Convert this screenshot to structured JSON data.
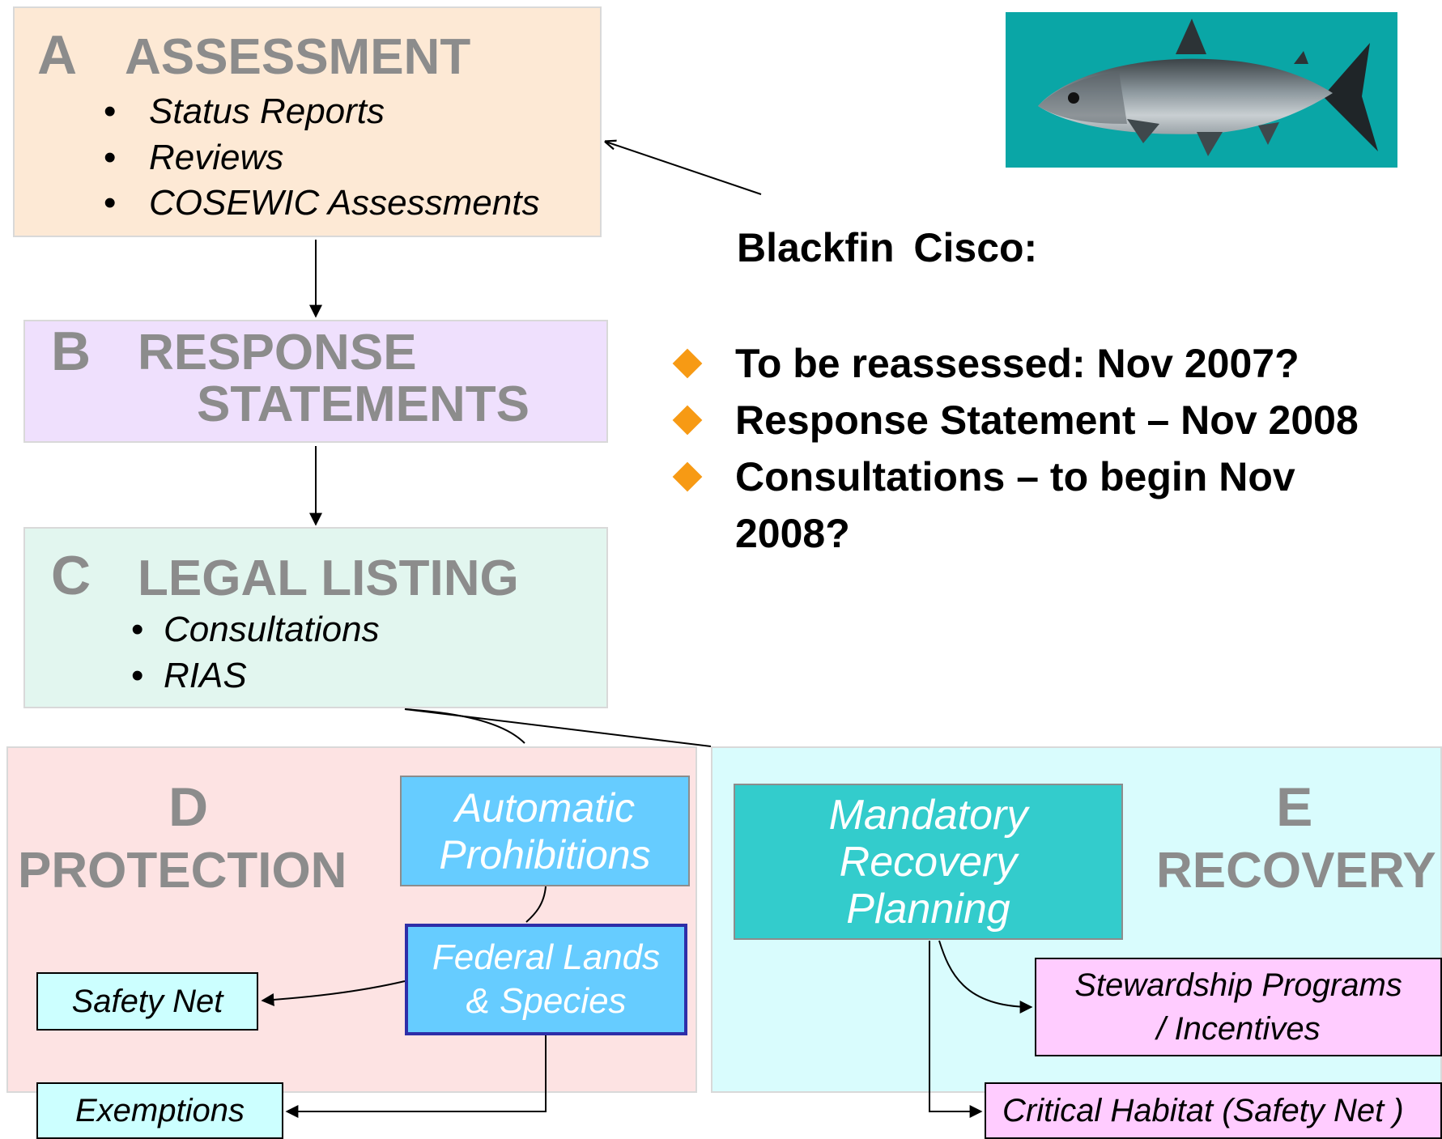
{
  "panel_a": {
    "letter": "A",
    "title": "ASSESSMENT",
    "items": [
      "Status Reports",
      "Reviews",
      "COSEWIC Assessments"
    ]
  },
  "panel_b": {
    "letter": "B",
    "title_line1": "RESPONSE",
    "title_line2": "STATEMENTS"
  },
  "panel_c": {
    "letter": "C",
    "title": "LEGAL LISTING",
    "items": [
      "Consultations",
      "RIAS"
    ]
  },
  "panel_d": {
    "letter": "D",
    "title": "PROTECTION",
    "automatic_prohibitions": "Automatic\nProhibitions",
    "federal_lands": "Federal Lands\n& Species",
    "safety_net": "Safety Net",
    "exemptions": "Exemptions"
  },
  "panel_e": {
    "letter": "E",
    "title": "RECOVERY",
    "mandatory": "Mandatory\nRecovery\nPlanning",
    "stewardship": "Stewardship Programs\n/ Incentives",
    "critical_habitat": "Critical Habitat (Safety Net )"
  },
  "species": {
    "title": "Blackfin Cisco:",
    "bullets": [
      "To be reassessed: Nov 2007?",
      "Response Statement – Nov 2008",
      "Consultations – to begin Nov",
      "2008?"
    ]
  },
  "colors": {
    "assessment_bg": "#fde9d5",
    "response_bg": "#efe0fd",
    "legal_bg": "#e2f6ef",
    "protection_bg": "#fde3e3",
    "recovery_bg": "#d9fcfd",
    "blue_box": "#66ccff",
    "teal_box": "#33cccc",
    "pink_box": "#ffccff",
    "cyan_box": "#ccffff",
    "bullet_diamond": "#f79a14",
    "fish_background": "#0aa6a6"
  },
  "icons": {
    "fish_image": "fish-illustration",
    "bullet": "orange-diamond"
  }
}
